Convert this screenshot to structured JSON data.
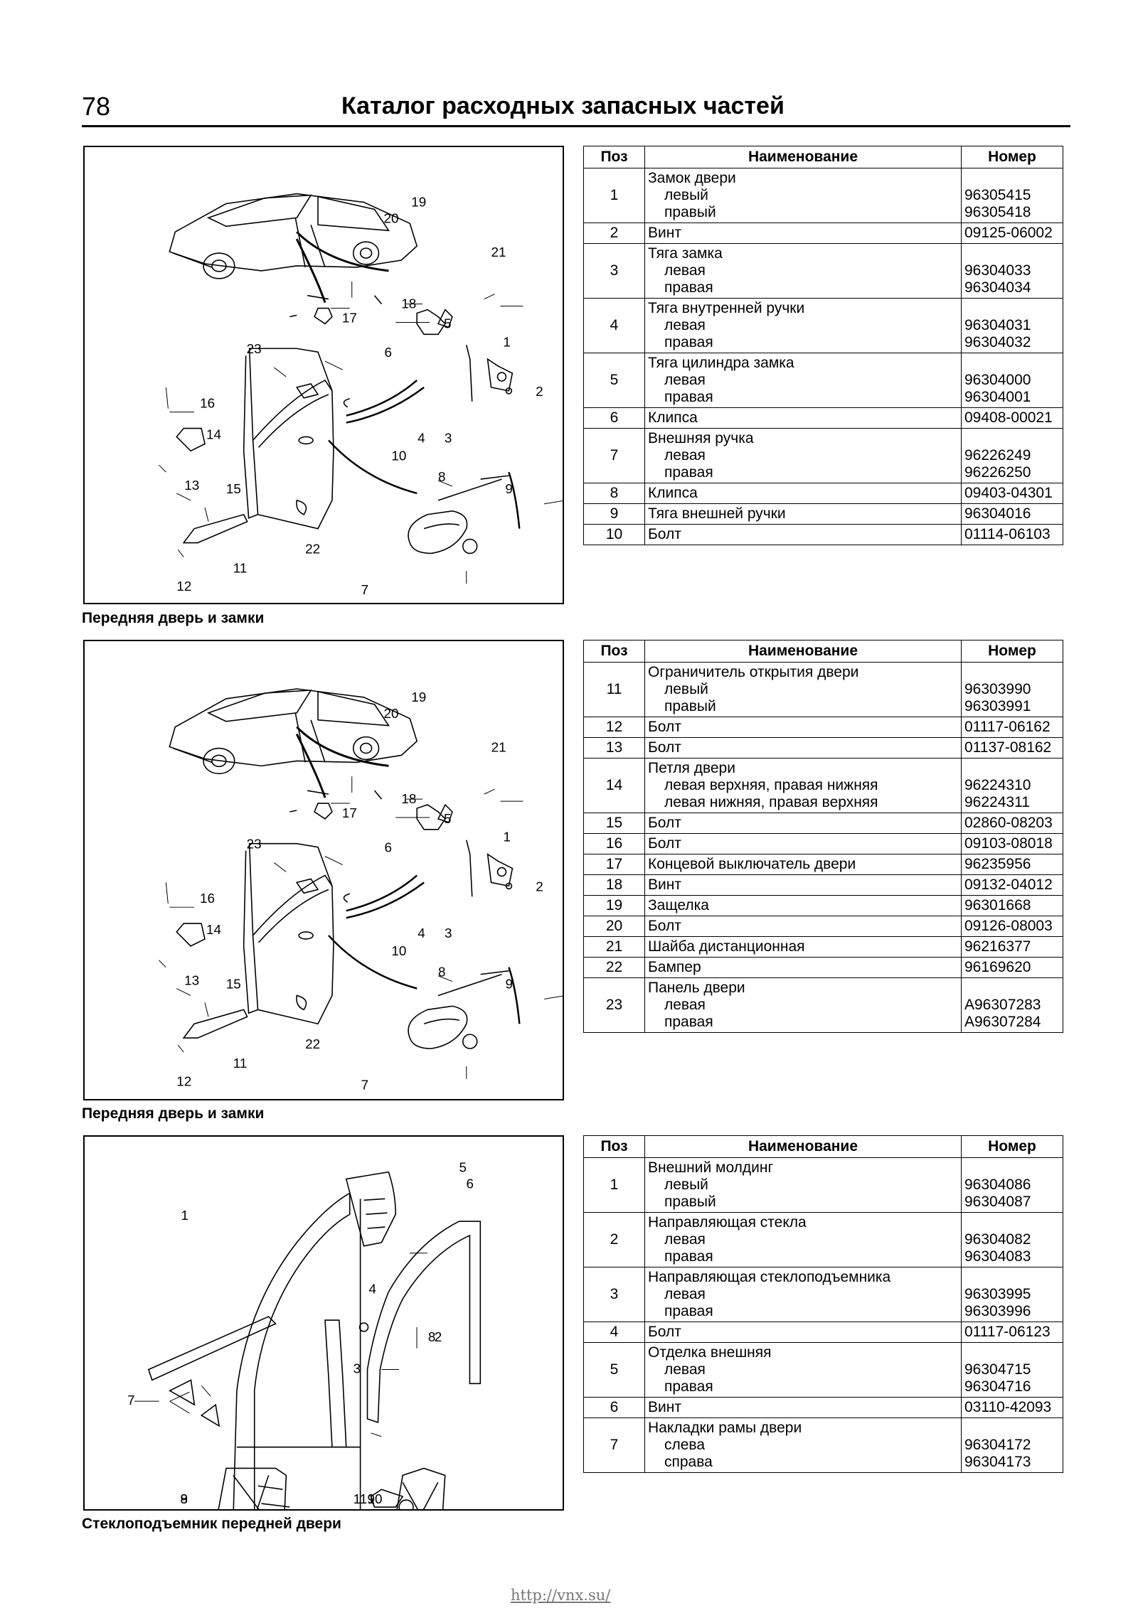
{
  "header": {
    "page_number": "78",
    "title": "Каталог расходных запасных частей"
  },
  "table_headers": {
    "pos": "Поз",
    "name": "Наименование",
    "number": "Номер"
  },
  "sections": [
    {
      "caption": "Передняя дверь и замки",
      "callouts": [
        "1",
        "2",
        "3",
        "4",
        "5",
        "6",
        "7",
        "8",
        "9",
        "10",
        "11",
        "12",
        "13",
        "14",
        "15",
        "16",
        "17",
        "18",
        "19",
        "20",
        "21",
        "22",
        "23"
      ],
      "rows": [
        {
          "pos": "1",
          "name": "Замок двери",
          "subs": [
            {
              "name": "левый",
              "number": "96305415"
            },
            {
              "name": "правый",
              "number": "96305418"
            }
          ]
        },
        {
          "pos": "2",
          "name": "Винт",
          "number": "09125-06002"
        },
        {
          "pos": "3",
          "name": "Тяга замка",
          "subs": [
            {
              "name": "левая",
              "number": "96304033"
            },
            {
              "name": "правая",
              "number": "96304034"
            }
          ]
        },
        {
          "pos": "4",
          "name": "Тяга внутренней ручки",
          "subs": [
            {
              "name": "левая",
              "number": "96304031"
            },
            {
              "name": "правая",
              "number": "96304032"
            }
          ]
        },
        {
          "pos": "5",
          "name": "Тяга цилиндра замка",
          "subs": [
            {
              "name": "левая",
              "number": "96304000"
            },
            {
              "name": "правая",
              "number": "96304001"
            }
          ]
        },
        {
          "pos": "6",
          "name": "Клипса",
          "number": "09408-00021"
        },
        {
          "pos": "7",
          "name": "Внешняя ручка",
          "subs": [
            {
              "name": "левая",
              "number": "96226249"
            },
            {
              "name": "правая",
              "number": "96226250"
            }
          ]
        },
        {
          "pos": "8",
          "name": "Клипса",
          "number": "09403-04301"
        },
        {
          "pos": "9",
          "name": "Тяга внешней ручки",
          "number": "96304016"
        },
        {
          "pos": "10",
          "name": "Болт",
          "number": "01114-06103"
        }
      ]
    },
    {
      "caption": "Передняя дверь и замки",
      "callouts": [
        "1",
        "2",
        "3",
        "4",
        "5",
        "6",
        "7",
        "8",
        "9",
        "10",
        "11",
        "12",
        "13",
        "14",
        "15",
        "16",
        "17",
        "18",
        "19",
        "20",
        "21",
        "22",
        "23"
      ],
      "rows": [
        {
          "pos": "11",
          "name": "Ограничитель открытия двери",
          "subs": [
            {
              "name": "левый",
              "number": "96303990"
            },
            {
              "name": "правый",
              "number": "96303991"
            }
          ]
        },
        {
          "pos": "12",
          "name": "Болт",
          "number": "01117-06162"
        },
        {
          "pos": "13",
          "name": "Болт",
          "number": "01137-08162"
        },
        {
          "pos": "14",
          "name": "Петля двери",
          "subs": [
            {
              "name": "левая верхняя, правая нижняя",
              "number": "96224310"
            },
            {
              "name": "левая нижняя, правая верхняя",
              "number": "96224311"
            }
          ]
        },
        {
          "pos": "15",
          "name": "Болт",
          "number": "02860-08203"
        },
        {
          "pos": "16",
          "name": "Болт",
          "number": "09103-08018"
        },
        {
          "pos": "17",
          "name": "Концевой выключатель двери",
          "number": "96235956"
        },
        {
          "pos": "18",
          "name": "Винт",
          "number": "09132-04012"
        },
        {
          "pos": "19",
          "name": "Защелка",
          "number": "96301668"
        },
        {
          "pos": "20",
          "name": "Болт",
          "number": "09126-08003"
        },
        {
          "pos": "21",
          "name": "Шайба дистанционная",
          "number": "96216377"
        },
        {
          "pos": "22",
          "name": "Бампер",
          "number": "96169620"
        },
        {
          "pos": "23",
          "name": "Панель двери",
          "subs": [
            {
              "name": "левая",
              "number": "A96307283"
            },
            {
              "name": "правая",
              "number": "A96307284"
            }
          ]
        }
      ]
    },
    {
      "caption": "Стеклоподъемник передней двери",
      "callouts": [
        "1",
        "2",
        "3",
        "4",
        "5",
        "6",
        "7",
        "8",
        "8",
        "9",
        "9",
        "10",
        "11"
      ],
      "rows": [
        {
          "pos": "1",
          "name": "Внешний молдинг",
          "subs": [
            {
              "name": "левый",
              "number": "96304086"
            },
            {
              "name": "правый",
              "number": "96304087"
            }
          ]
        },
        {
          "pos": "2",
          "name": "Направляющая стекла",
          "subs": [
            {
              "name": "левая",
              "number": "96304082"
            },
            {
              "name": "правая",
              "number": "96304083"
            }
          ]
        },
        {
          "pos": "3",
          "name": "Направляющая стеклоподъемника",
          "subs": [
            {
              "name": "левая",
              "number": "96303995"
            },
            {
              "name": "правая",
              "number": "96303996"
            }
          ]
        },
        {
          "pos": "4",
          "name": "Болт",
          "number": "01117-06123"
        },
        {
          "pos": "5",
          "name": "Отделка внешняя",
          "subs": [
            {
              "name": "левая",
              "number": "96304715"
            },
            {
              "name": "правая",
              "number": "96304716"
            }
          ]
        },
        {
          "pos": "6",
          "name": "Винт",
          "number": "03110-42093"
        },
        {
          "pos": "7",
          "name": "Накладки рамы двери",
          "subs": [
            {
              "name": "слева",
              "number": "96304172"
            },
            {
              "name": "справа",
              "number": "96304173"
            }
          ]
        }
      ]
    }
  ],
  "footer": {
    "url": "http://vnx.su/"
  }
}
